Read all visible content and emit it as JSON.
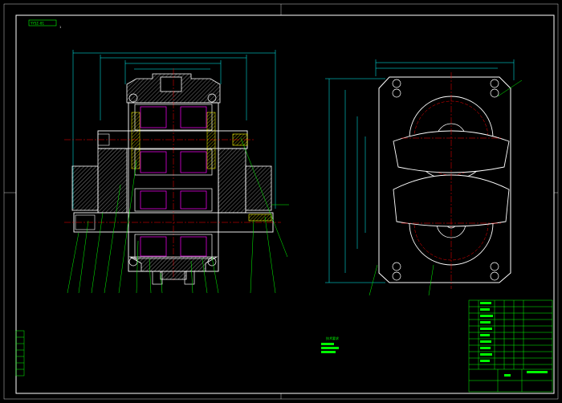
{
  "title_tag": "YYSZ-01",
  "sheet_mark": "1",
  "notes_heading": "技术要求",
  "notes": [
    "1.",
    "2.",
    "3."
  ],
  "title_block": {
    "cells": [
      "",
      "",
      ""
    ],
    "drawing_no": ""
  },
  "colors": {
    "background": "#000000",
    "frame": "#ffffff",
    "outline": "#ffffff",
    "dimension": "#00ffff",
    "leader": "#00ff00",
    "hatch": "#ffff00",
    "bearing": "#ff00ff",
    "center": "#ff0000",
    "title_block": "#00ff00"
  }
}
